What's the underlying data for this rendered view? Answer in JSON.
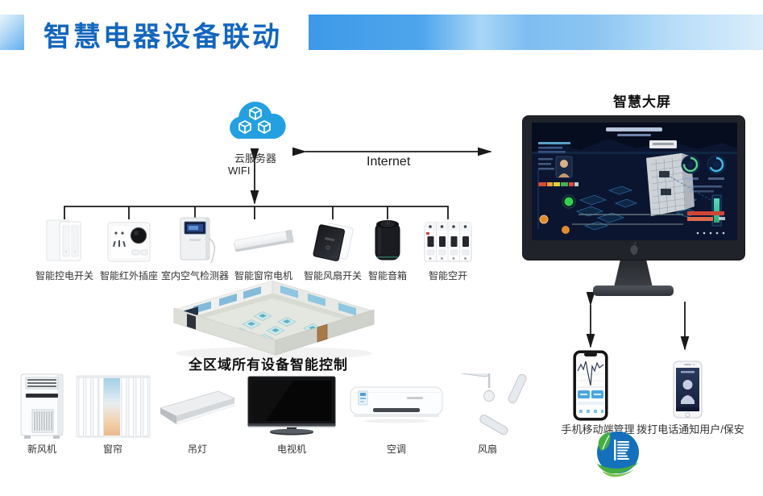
{
  "header": {
    "title": "智慧电器设备联动"
  },
  "cloud": {
    "label": "云服务器",
    "wifi": "WIFI"
  },
  "internet_label": "Internet",
  "monitor": {
    "label": "智慧大屏"
  },
  "devices": [
    {
      "label": "智能控电开关"
    },
    {
      "label": "智能红外插座"
    },
    {
      "label": "室内空气检测器"
    },
    {
      "label": "智能窗帘电机"
    },
    {
      "label": "智能风扇开关"
    },
    {
      "label": "智能音箱"
    },
    {
      "label": "智能空开"
    }
  ],
  "building": {
    "caption": "全区域所有设备智能控制"
  },
  "appliances": [
    {
      "label": "新风机"
    },
    {
      "label": "窗帘"
    },
    {
      "label": "吊灯"
    },
    {
      "label": "电视机"
    },
    {
      "label": "空调"
    },
    {
      "label": "风扇"
    }
  ],
  "phones": [
    {
      "label": "手机移动端管理"
    },
    {
      "label": "拨打电话通知用户/保安"
    }
  ],
  "icons": {
    "cloud": "cloud-server-icon",
    "cubes": "data-cube-icons",
    "apple": "apple-logo-icon",
    "logo": "company-leaf-logo"
  },
  "colors": {
    "accent_blue": "#3D99E8",
    "title_blue": "#1366BE",
    "cloud_blue": "#24A0E0",
    "line_black": "#1a1a1a",
    "dashboard_bg": "#0B1530",
    "logo_blue": "#1470BA",
    "logo_green": "#45AD42"
  }
}
